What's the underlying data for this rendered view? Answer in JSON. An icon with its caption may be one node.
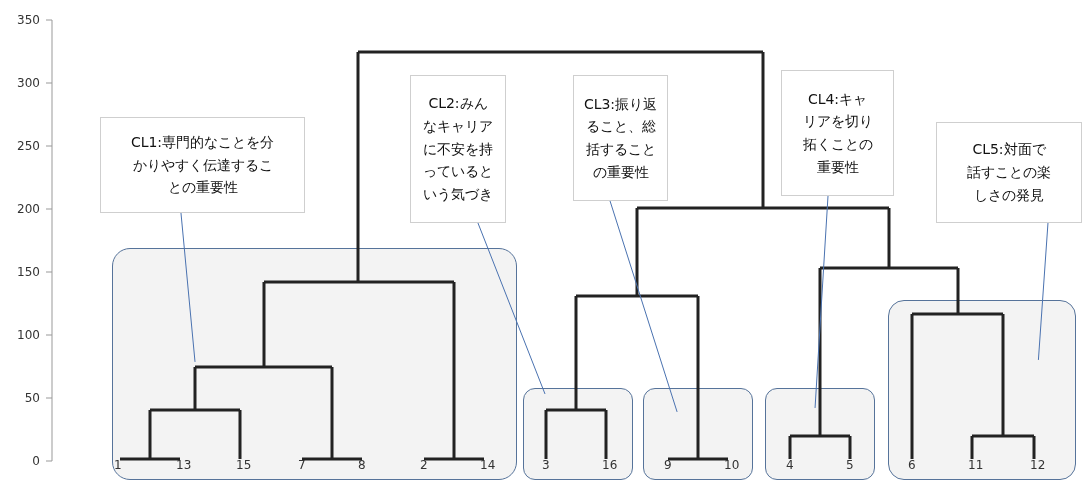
{
  "diagram": {
    "nodes": [
      {
        "text": [
          "CL1:専門的なことを分かりやすく伝達することの重要性"
        ]
      },
      {
        "text": [
          "CL2:みんなキャリアに不安を持っているという気づき"
        ]
      },
      {
        "text": [
          "CL3:振り返ること、総括することの重要性"
        ]
      },
      {
        "text": [
          "CL4:キャリアを切り拓くことの重要性"
        ]
      },
      {
        "text": [
          "CL5:対面で話すことの楽しさの発見"
        ]
      },
      {
        "text": [],
        "shape": "box"
      },
      {
        "text": [],
        "shape": "box"
      },
      {
        "text": [],
        "shape": "box"
      },
      {
        "text": [],
        "shape": "box"
      },
      {
        "text": [],
        "shape": "box"
      }
    ],
    "edges": [
      {
        "from": 0,
        "to": 5,
        "arrow": "none"
      },
      {
        "from": 1,
        "to": 6,
        "arrow": "none"
      },
      {
        "from": 2,
        "to": 7,
        "arrow": "none"
      },
      {
        "from": 3,
        "to": 8,
        "arrow": "none"
      },
      {
        "from": 4,
        "to": 9,
        "arrow": "none"
      }
    ],
    "labels": [
      "350",
      "300",
      "250",
      "200",
      "150",
      "100",
      "50",
      "0",
      "1",
      "13",
      "15",
      "7",
      "8",
      "2",
      "14",
      "3",
      "16",
      "9",
      "10",
      "4",
      "5",
      "6",
      "11",
      "12"
    ]
  }
}
